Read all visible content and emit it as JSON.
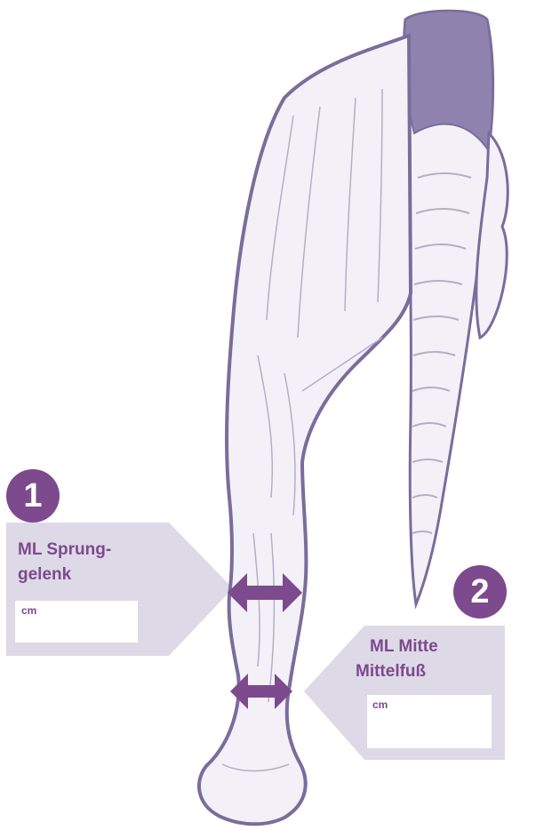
{
  "colors": {
    "accent": "#7d4a8e",
    "panel": "#ded9e6",
    "outline": "#7a6d9b",
    "line": "#b6adc8",
    "tail_base": "#8f82ae"
  },
  "measurements": [
    {
      "number": "1",
      "label_line1": "ML Sprung-",
      "label_line2": "gelenk",
      "unit": "cm",
      "value": ""
    },
    {
      "number": "2",
      "label_line1": "ML Mitte",
      "label_line2": "Mittelfuß",
      "unit": "cm",
      "value": ""
    }
  ],
  "icons": {
    "arrow": "double-headed-arrow-icon"
  }
}
